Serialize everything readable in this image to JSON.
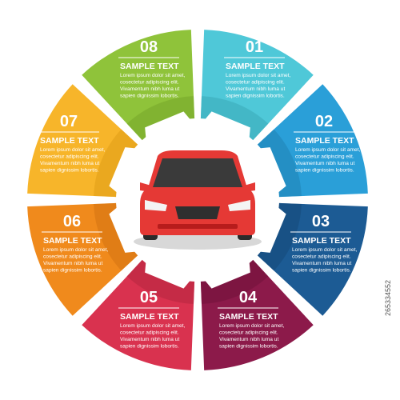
{
  "segments": [
    {
      "number": "01",
      "title": "SAMPLE TEXT",
      "lines": [
        "Lorem ipsum dolor sit amet,",
        "cosectetur adipiscing elit.",
        "Vivamentum nibh luma ut",
        "sapien dignissim lobortis."
      ],
      "color": "#4fc8d8",
      "shade": "#3aa9b8"
    },
    {
      "number": "02",
      "title": "SAMPLE TEXT",
      "lines": [
        "Lorem ipsum dolor sit amet,",
        "cosectetur adipiscing elit.",
        "Vivamentum nibh luma ut",
        "sapien dignissim lobortis."
      ],
      "color": "#2a9fd8",
      "shade": "#1f82b5"
    },
    {
      "number": "03",
      "title": "SAMPLE TEXT",
      "lines": [
        "Lorem ipsum dolor sit amet,",
        "cosectetur adipiscing elit.",
        "Vivamentum nibh luma ut",
        "sapien dignissim lobortis."
      ],
      "color": "#1c5b94",
      "shade": "#154878"
    },
    {
      "number": "04",
      "title": "SAMPLE TEXT",
      "lines": [
        "Lorem ipsum dolor sit amet,",
        "cosectetur adipiscing elit.",
        "Vivamentum nibh luma ut",
        "sapien dignissim lobortis."
      ],
      "color": "#8c1a4a",
      "shade": "#71133b"
    },
    {
      "number": "05",
      "title": "SAMPLE TEXT",
      "lines": [
        "Lorem ipsum dolor sit amet,",
        "cosectetur adipiscing elit.",
        "Vivamentum nibh luma ut",
        "sapien dignissim lobortis."
      ],
      "color": "#d9324f",
      "shade": "#b5263f"
    },
    {
      "number": "06",
      "title": "SAMPLE TEXT",
      "lines": [
        "Lorem ipsum dolor sit amet,",
        "cosectetur adipiscing elit.",
        "Vivamentum nibh luma ut",
        "sapien dignissim lobortis."
      ],
      "color": "#f08a1c",
      "shade": "#d47312"
    },
    {
      "number": "07",
      "title": "SAMPLE TEXT",
      "lines": [
        "Lorem ipsum dolor sit amet,",
        "cosectetur adipiscing elit.",
        "Vivamentum nibh luma ut",
        "sapien dignissim lobortis."
      ],
      "color": "#f7b52a",
      "shade": "#e09c15"
    },
    {
      "number": "08",
      "title": "SAMPLE TEXT",
      "lines": [
        "Lorem ipsum dolor sit amet,",
        "cosectetur adipiscing elit.",
        "Vivamentum nibh luma ut",
        "sapien dignissim lobortis."
      ],
      "color": "#8fc33a",
      "shade": "#76a62a"
    }
  ],
  "center": {
    "icon": "car-front-icon",
    "car_color": "#e53935"
  },
  "watermark": {
    "code": "265334552"
  }
}
